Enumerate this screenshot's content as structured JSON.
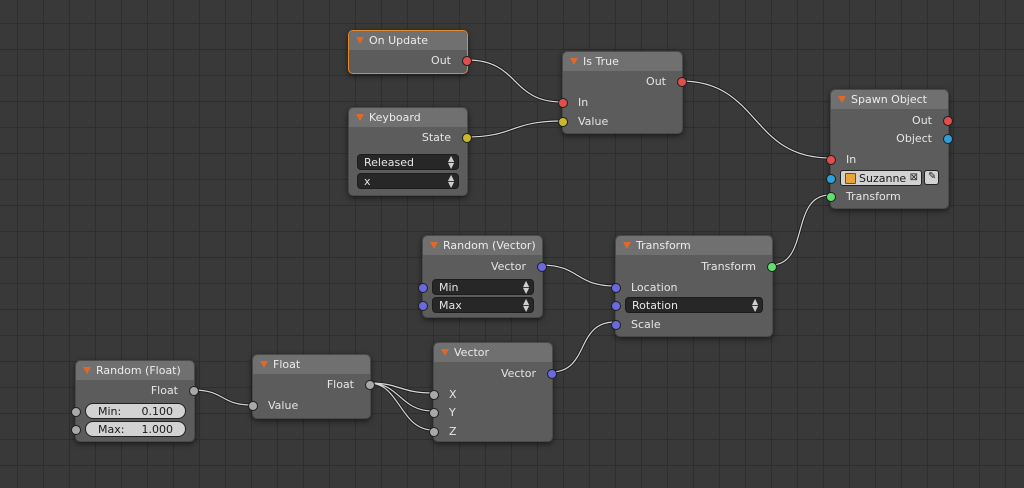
{
  "colors": {
    "background": "#393939",
    "node_body": "#5c5c5c",
    "node_header": "#707070",
    "selected_outline": "#e38a2e",
    "collapse_triangle": "#e0692a",
    "socket_event": "#e24d4d",
    "socket_value": "#c8b830",
    "socket_vector": "#6a6ae0",
    "socket_object": "#2e9fdb",
    "socket_transform": "#5ee06e",
    "socket_float": "#a8a8a8",
    "link": "#1b1b1b"
  },
  "nodes": {
    "on_update": {
      "title": "On Update",
      "out": "Out"
    },
    "keyboard": {
      "title": "Keyboard",
      "state": "State",
      "mode": "Released",
      "key": "x"
    },
    "is_true": {
      "title": "Is True",
      "out": "Out",
      "in": "In",
      "value": "Value"
    },
    "spawn_object": {
      "title": "Spawn Object",
      "out": "Out",
      "object": "Object",
      "in": "In",
      "object_value": "Suzanne",
      "transform": "Transform",
      "clear_glyph": "⊠",
      "picker_icon": "eyedropper-icon"
    },
    "random_vector": {
      "title": "Random (Vector)",
      "vector": "Vector",
      "min": "Min",
      "max": "Max"
    },
    "transform": {
      "title": "Transform",
      "transform": "Transform",
      "location": "Location",
      "rotation": "Rotation",
      "scale": "Scale"
    },
    "random_float": {
      "title": "Random (Float)",
      "float": "Float",
      "min_label": "Min:",
      "min_value": "0.100",
      "max_label": "Max:",
      "max_value": "1.000"
    },
    "float": {
      "title": "Float",
      "float": "Float",
      "value": "Value"
    },
    "vector": {
      "title": "Vector",
      "vector": "Vector",
      "x": "X",
      "y": "Y",
      "z": "Z"
    }
  }
}
